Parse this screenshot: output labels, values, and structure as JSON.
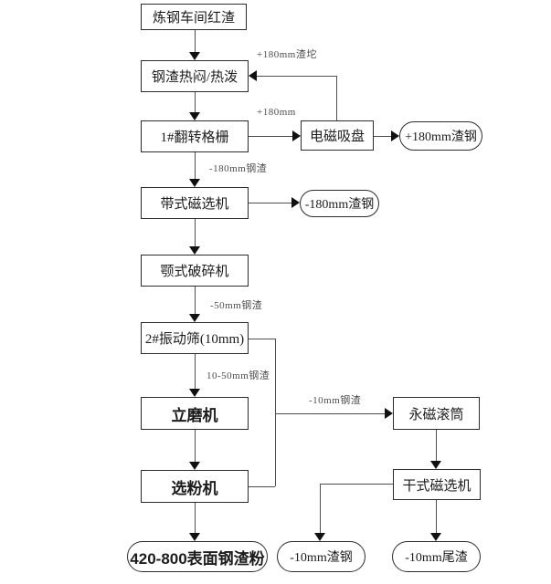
{
  "nodes": {
    "red_slag": {
      "label": "炼钢车间红渣"
    },
    "hot_stew": {
      "label": "钢渣热闷/热泼"
    },
    "grate": {
      "label": "1#翻转格栅"
    },
    "magnet_chuck": {
      "label": "电磁吸盘"
    },
    "plus180_steel": {
      "label": "+180mm渣钢"
    },
    "belt_separator": {
      "label": "带式磁选机"
    },
    "minus180_steel": {
      "label": "-180mm渣钢"
    },
    "jaw_crusher": {
      "label": "颚式破碎机"
    },
    "vibrating_screen": {
      "label": "2#振动筛(10mm)"
    },
    "vertical_mill": {
      "label": "立磨机"
    },
    "powder_classifier": {
      "label": "选粉机"
    },
    "magnetic_drum": {
      "label": "永磁滚筒"
    },
    "dry_separator": {
      "label": "干式磁选机"
    },
    "slag_powder_out": {
      "label": "420-800表面钢渣粉"
    },
    "minus10_steel_out": {
      "label": "-10mm渣钢"
    },
    "minus10_tailings_out": {
      "label": "-10mm尾渣"
    }
  },
  "edge_labels": {
    "plus180_lump": "+180mm渣坨",
    "plus180": "+180mm",
    "minus180_slag": "-180mm钢渣",
    "minus50_slag": "-50mm钢渣",
    "mid_slag": "10-50mm钢渣",
    "minus10_slag": "-10mm钢渣"
  },
  "colors": {
    "background": "#ffffff",
    "line": "#4f4f4f",
    "node_border": "#2b2b2b",
    "arrowhead": "#111111",
    "node_text": "#1c1c1c",
    "edge_label_text": "#4d4d4d"
  }
}
